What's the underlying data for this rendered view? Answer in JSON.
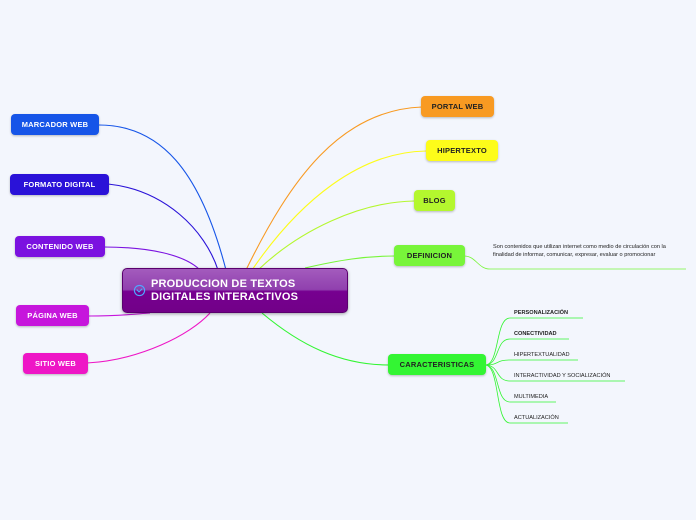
{
  "central": {
    "title": "PRODUCCION DE TEXTOS\nDIGITALES INTERACTIVOS",
    "icon": "sync-icon",
    "color": "#7a1a92"
  },
  "left_nodes": [
    {
      "label": "MARCADOR WEB",
      "color": "#1655e8"
    },
    {
      "label": "FORMATO DIGITAL",
      "color": "#2a12d8"
    },
    {
      "label": "CONTENIDO WEB",
      "color": "#7b12e0"
    },
    {
      "label": "PÁGINA WEB",
      "color": "#c616dc"
    },
    {
      "label": "SITIO WEB",
      "color": "#ee16c6"
    }
  ],
  "right_nodes": [
    {
      "label": "PORTAL WEB",
      "color": "#f89a22"
    },
    {
      "label": "HIPERTEXTO",
      "color": "#fdfc1a"
    },
    {
      "label": "BLOG",
      "color": "#b4f72e"
    },
    {
      "label": "DEFINICION",
      "color": "#78f53a"
    },
    {
      "label": "CARACTERISTICAS",
      "color": "#33f533"
    }
  ],
  "definicion_note": "Son contenidos que utilizan internet como medio de circulación con la finalidad de informar, comunicar, expresar, evaluar o promocionar",
  "caracteristicas": [
    {
      "label": "PERSONALIZACIÓN",
      "bold": true
    },
    {
      "label": "CONECTIVIDAD",
      "bold": true
    },
    {
      "label": "HIPERTEXTUALIDAD",
      "bold": false
    },
    {
      "label": "INTERACTIVIDAD Y SOCIALIZACIÓN",
      "bold": false
    },
    {
      "label": "MULTIMEDIA",
      "bold": false
    },
    {
      "label": "ACTUALIZACIÓN",
      "bold": false
    }
  ]
}
